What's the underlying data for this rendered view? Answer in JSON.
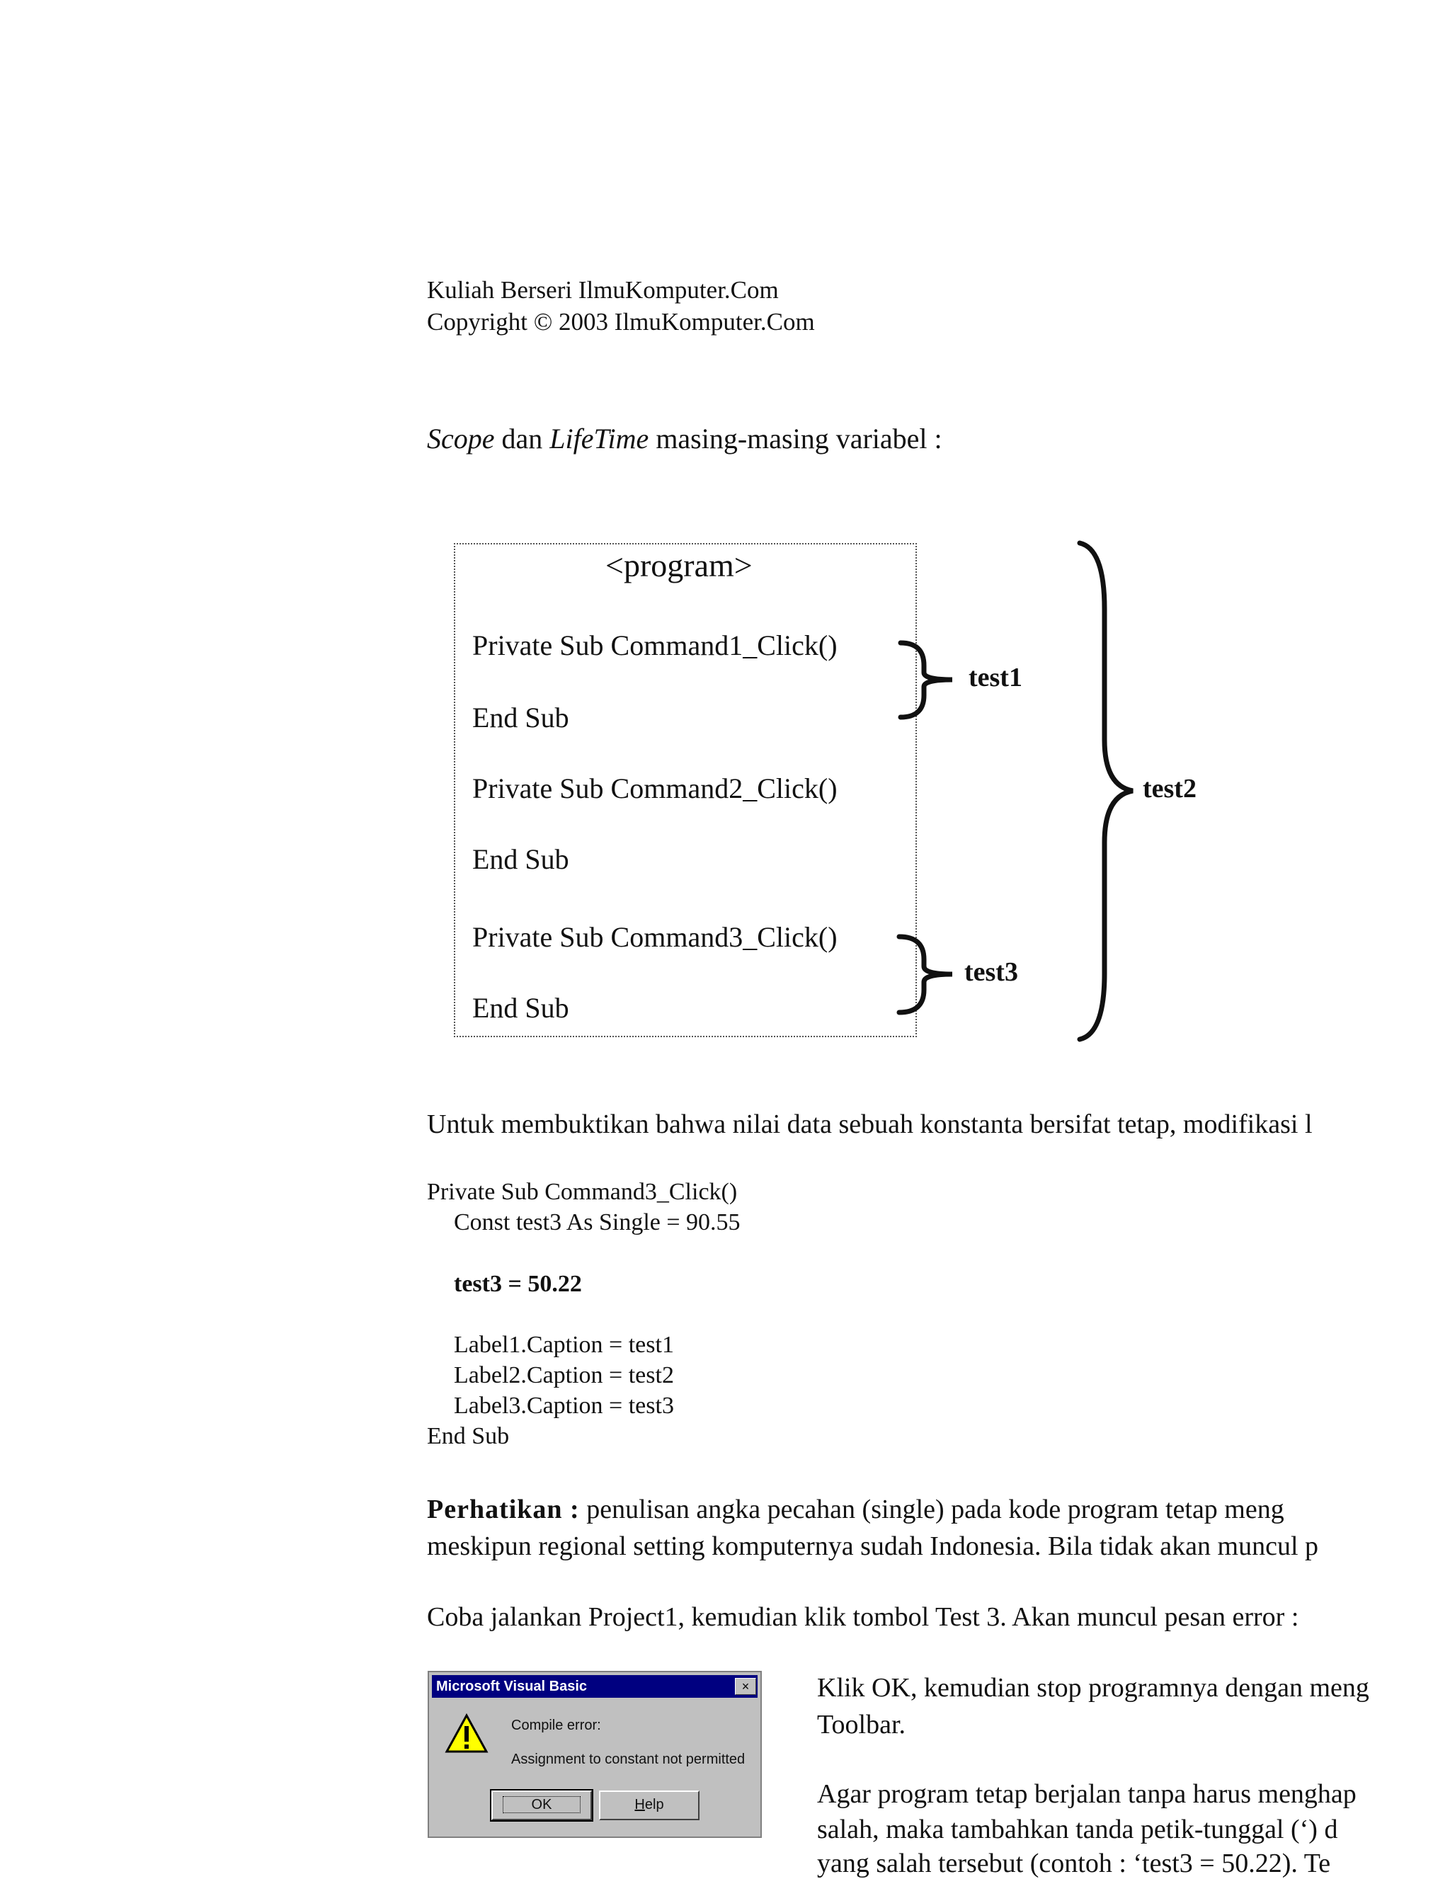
{
  "header": {
    "line1": "Kuliah Berseri IlmuKomputer.Com",
    "line2": "Copyright © 2003 IlmuKomputer.Com"
  },
  "intro": {
    "scope": "Scope",
    "dan": " dan ",
    "lifetime": "LifeTime",
    "rest": " masing-masing variabel :"
  },
  "diagram": {
    "title": "<program>",
    "lines": [
      "Private Sub Command1_Click()",
      "End Sub",
      "Private Sub Command2_Click()",
      "End Sub",
      "Private Sub Command3_Click()",
      "End Sub"
    ],
    "labels": {
      "test1": "test1",
      "test2": "test2",
      "test3": "test3"
    }
  },
  "para1": "Untuk membuktikan bahwa nilai data sebuah konstanta bersifat tetap, modifikasi l",
  "code": {
    "l1": "Private Sub Command3_Click()",
    "l2": "Const test3 As Single = 90.55",
    "l3": "test3  = 50.22",
    "l4": "Label1.Caption = test1",
    "l5": "Label2.Caption = test2",
    "l6": "Label3.Caption = test3",
    "l7": "End Sub"
  },
  "note": {
    "label": "Perhatikan :",
    "line1_rest": " penulisan angka pecahan (single) pada kode program tetap meng",
    "line2": "meskipun regional setting komputernya sudah Indonesia. Bila tidak akan muncul p"
  },
  "para2": "Coba jalankan Project1, kemudian klik tombol Test 3. Akan muncul pesan error :",
  "dialog": {
    "title": "Microsoft Visual Basic",
    "close": "×",
    "message1": "Compile error:",
    "message2": "Assignment to constant not permitted",
    "ok": "OK",
    "help_h": "H",
    "help_rest": "elp"
  },
  "right_text": {
    "l1": "Klik OK, kemudian stop programnya dengan meng",
    "l2": "Toolbar.",
    "l3": "Agar program tetap berjalan tanpa harus menghap",
    "l4": "salah, maka tambahkan tanda petik-tunggal (‘) d",
    "l5": "yang salah tersebut (contoh : ‘test3 = 50.22). Te"
  }
}
